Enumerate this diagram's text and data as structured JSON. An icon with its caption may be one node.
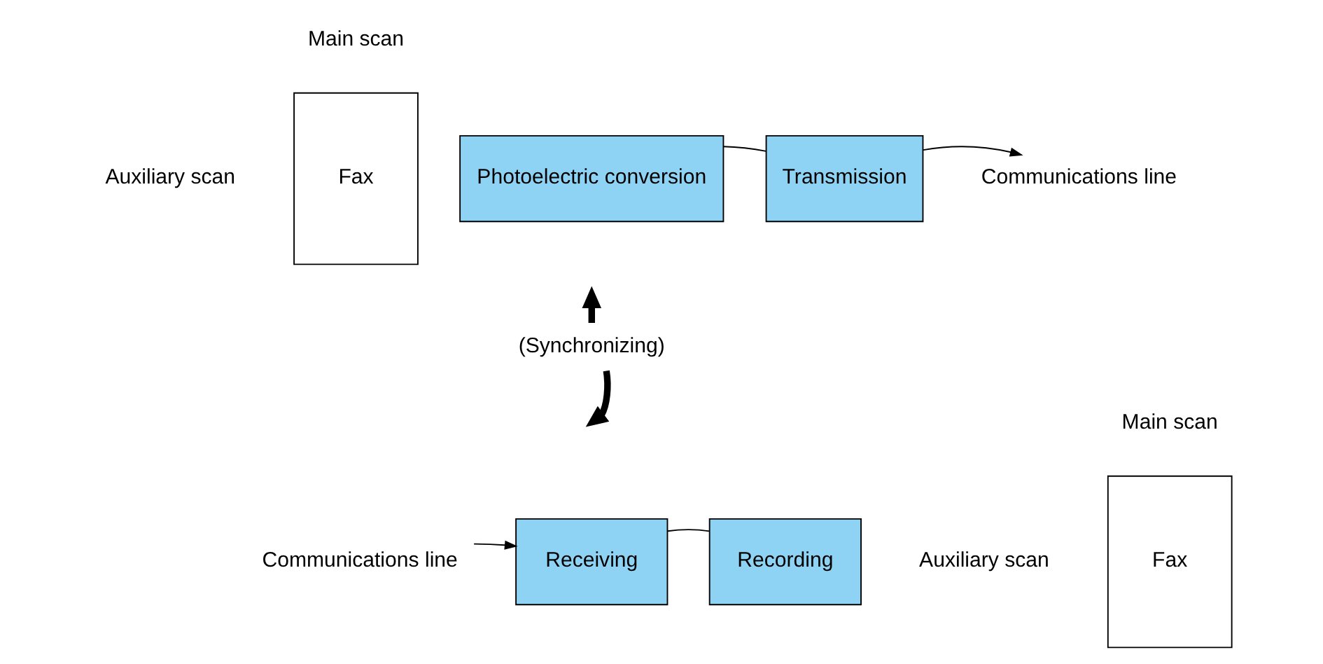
{
  "diagram": {
    "nodes": [
      {
        "text": [
          "Fax"
        ]
      },
      {
        "text": [
          "Photoelectric conversion"
        ]
      },
      {
        "text": [
          "Transmission"
        ]
      },
      {
        "text": [
          "Communications line"
        ]
      },
      {
        "text": [
          "(Synchronizing)"
        ]
      },
      {
        "text": [
          "Communications line"
        ]
      },
      {
        "text": [
          "Receiving"
        ]
      },
      {
        "text": [
          "Recording"
        ]
      },
      {
        "text": [
          "Fax"
        ]
      }
    ],
    "edges": [
      {
        "from": 1,
        "to": 2,
        "arrow": "none"
      },
      {
        "from": 2,
        "to": 3,
        "arrow": "to"
      },
      {
        "from": 4,
        "to": null,
        "arrow": "to",
        "style": "thick"
      },
      {
        "from": 4,
        "to": null,
        "arrow": "to",
        "style": "thick"
      },
      {
        "from": 5,
        "to": 6,
        "arrow": "to"
      },
      {
        "from": 6,
        "to": 7,
        "arrow": "none"
      }
    ],
    "labels": [
      "Main scan",
      "Auxiliary scan",
      "Main scan",
      "Auxiliary scan"
    ]
  }
}
